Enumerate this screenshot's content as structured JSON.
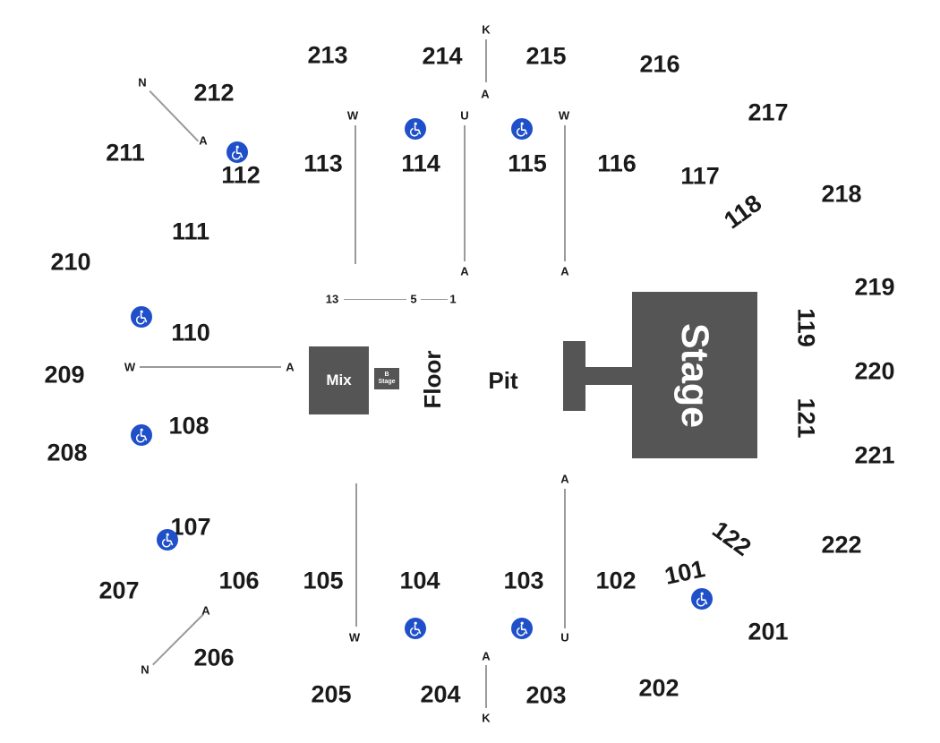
{
  "sections": {
    "s213": "213",
    "s214": "214",
    "s215": "215",
    "s216": "216",
    "s217": "217",
    "s218": "218",
    "s219": "219",
    "s220": "220",
    "s221": "221",
    "s222": "222",
    "s201": "201",
    "s202": "202",
    "s203": "203",
    "s204": "204",
    "s205": "205",
    "s206": "206",
    "s207": "207",
    "s208": "208",
    "s209": "209",
    "s210": "210",
    "s211": "211",
    "s212": "212",
    "s113": "113",
    "s114": "114",
    "s115": "115",
    "s116": "116",
    "s117": "117",
    "s118": "118",
    "s119": "119",
    "s121": "121",
    "s122": "122",
    "s101": "101",
    "s102": "102",
    "s103": "103",
    "s104": "104",
    "s105": "105",
    "s106": "106",
    "s107": "107",
    "s108": "108",
    "s110": "110",
    "s111": "111",
    "s112": "112"
  },
  "rows": {
    "k_top": "K",
    "a_top": "A",
    "u_top": "U",
    "w_top_left": "W",
    "w_top_right": "W",
    "a_113": "A",
    "a_115": "A",
    "n_top": "N",
    "a_nw": "A",
    "w_floor": "W",
    "a_floor": "A",
    "floor_row_13": "13",
    "floor_row_5": "5",
    "floor_row_1": "1",
    "a_103": "A",
    "u_bottom": "U",
    "w_bottom": "W",
    "a_bottom": "A",
    "k_bottom": "K",
    "a_sw": "A",
    "n_bottom": "N"
  },
  "areas": {
    "stage": "Stage",
    "mix": "Mix",
    "b_stage_line1": "B",
    "b_stage_line2": "Stage",
    "floor": "Floor",
    "pit": "Pit"
  },
  "colors": {
    "block": "#555555",
    "accessible": "#1f4fc9",
    "text": "#1a1a1a"
  },
  "icons": {
    "accessible": "wheelchair-accessible-icon"
  }
}
